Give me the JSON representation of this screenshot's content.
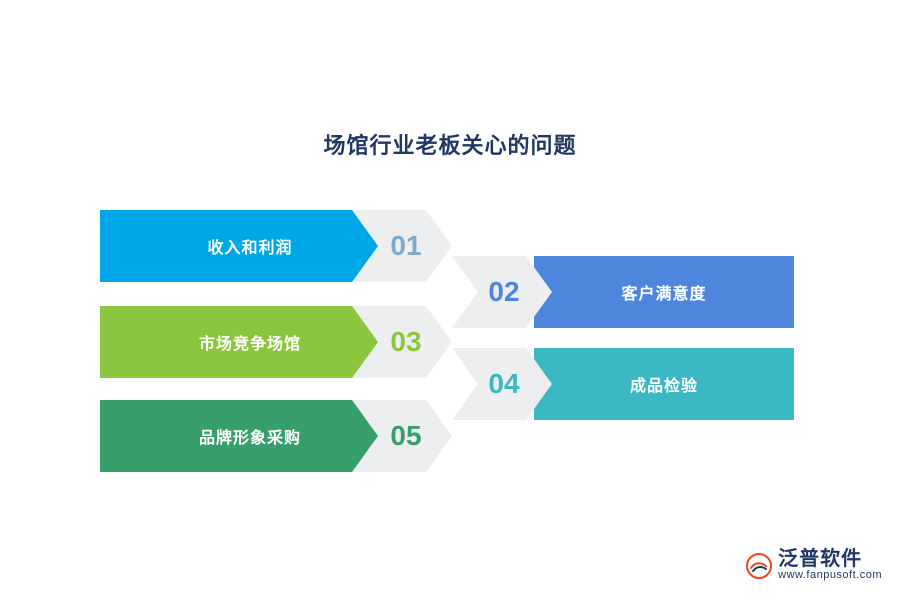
{
  "title": "场馆行业老板关心的问题",
  "colors": {
    "title": "#1f3864",
    "chevron_grey": "#eceeef",
    "item1": "#00a7e7",
    "item2": "#4e86dd",
    "item3": "#8cc63e",
    "item4": "#3cb8c4",
    "item5": "#37a06a",
    "num1": "#7fa8c9",
    "num2": "#4e86dd",
    "num3": "#8cc63e",
    "num4": "#3cb8c4",
    "num5": "#37a06a"
  },
  "items": [
    {
      "number": "01",
      "label": "收入和利润",
      "side": "left"
    },
    {
      "number": "02",
      "label": "客户满意度",
      "side": "right"
    },
    {
      "number": "03",
      "label": "市场竞争场馆",
      "side": "left"
    },
    {
      "number": "04",
      "label": "成品检验",
      "side": "right"
    },
    {
      "number": "05",
      "label": "品牌形象采购",
      "side": "left"
    }
  ],
  "logo": {
    "name": "泛普软件",
    "url": "www.fanpusoft.com"
  }
}
